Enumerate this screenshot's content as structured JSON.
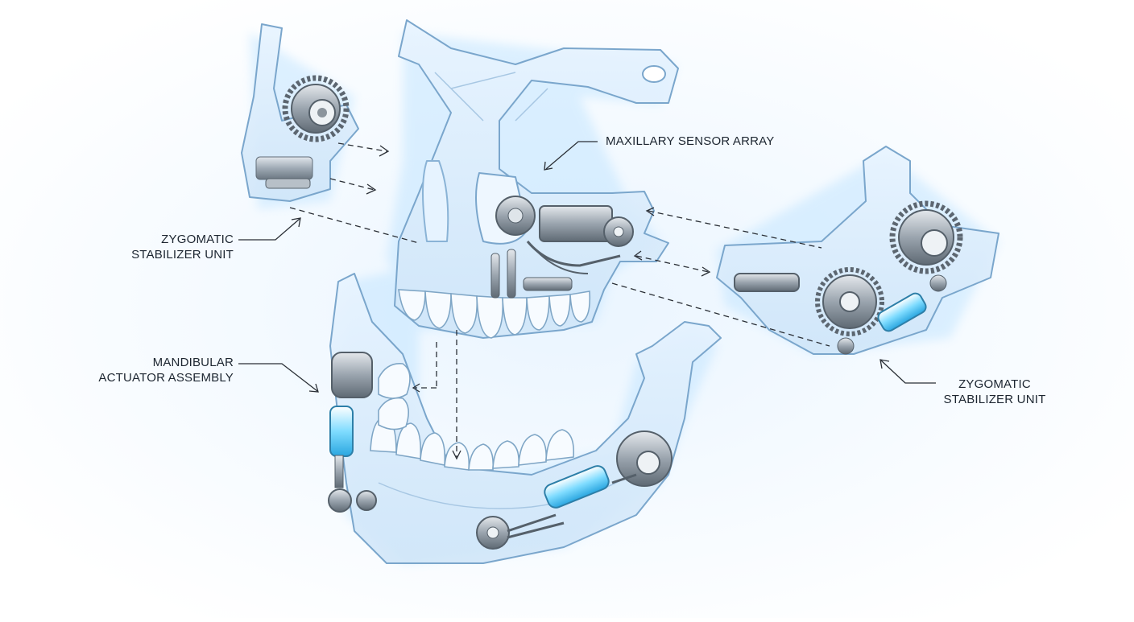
{
  "labels": {
    "maxillary": [
      "MAXILLARY SENSOR ARRAY"
    ],
    "zygomatic_left": [
      "ZYGOMATIC",
      "STABILIZER UNIT"
    ],
    "mandibular": [
      "MANDIBULAR",
      "ACTUATOR ASSEMBLY"
    ],
    "zygomatic_right": [
      "ZYGOMATIC",
      "STABILIZER UNIT"
    ]
  },
  "colors": {
    "shell_fill": "#dcedfb",
    "shell_stroke": "#7aa6cc",
    "glow": "#5fd0ff",
    "metal": "#9aa4ae",
    "ink": "#1c2530"
  }
}
